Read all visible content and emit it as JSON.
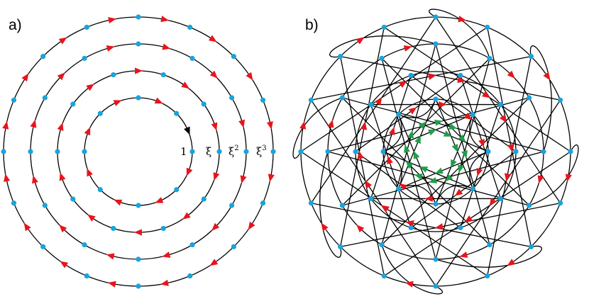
{
  "panels": [
    {
      "label": "a)"
    },
    {
      "label": "b)"
    }
  ],
  "ring_labels": [
    {
      "base": "1",
      "exp": ""
    },
    {
      "base": "ξ",
      "exp": ""
    },
    {
      "base": "ξ",
      "exp": "2"
    },
    {
      "base": "ξ",
      "exp": "3"
    }
  ],
  "colors": {
    "node": "#1aa3dd",
    "arrow_red": "#e8141b",
    "arrow_green": "#1f9e47",
    "arrow_black": "#000000",
    "line": "#000000"
  }
}
